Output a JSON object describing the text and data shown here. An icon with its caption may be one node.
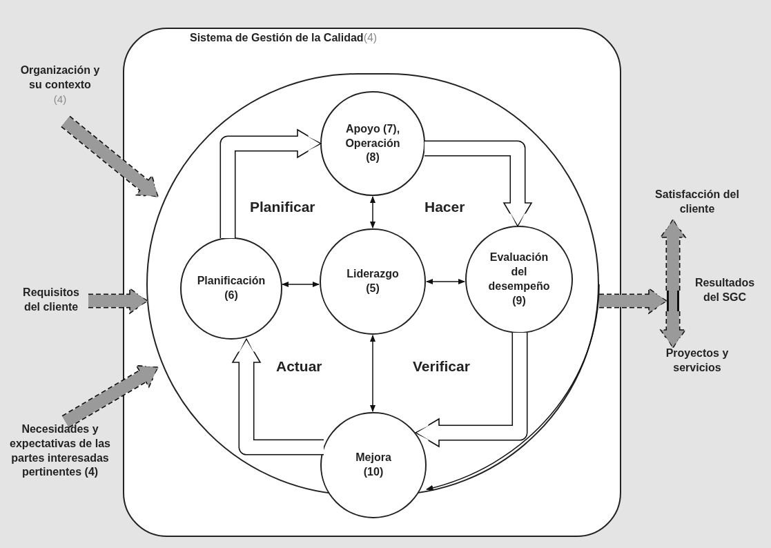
{
  "diagram": {
    "nodes": [
      {
        "text": [
          "Sistema de Gestión de la Calidad",
          "(4)"
        ]
      },
      {
        "text": [],
        "shape": "circle",
        "in": 0
      },
      {
        "text": [
          "Apoyo (7), Operación (8)"
        ],
        "in": 1
      },
      {
        "text": [
          "Planificación (6)"
        ],
        "in": 1
      },
      {
        "text": [
          "Liderazgo (5)"
        ],
        "in": 1
      },
      {
        "text": [
          "Evaluación del desempeño (9)"
        ],
        "in": 1
      },
      {
        "text": [
          "Mejora (10)"
        ],
        "in": 0
      },
      {
        "text": [
          "Organización y su contexto",
          "(4)"
        ]
      },
      {
        "text": [
          "Requisitos del cliente"
        ]
      },
      {
        "text": [
          "Necesidades y expectativas de las partes interesadas pertinentes (4)"
        ]
      },
      {
        "text": [
          "Satisfacción del cliente"
        ]
      },
      {
        "text": [
          "Proyectos y servicios"
        ]
      },
      {
        "text": [],
        "shape": "bar"
      }
    ],
    "edges": [
      {
        "from": 7,
        "to": 1,
        "arrow": "to",
        "style": "dashed",
        "color": "#9a9a9a"
      },
      {
        "from": 8,
        "to": 1,
        "arrow": "to",
        "style": "dashed",
        "color": "#9a9a9a"
      },
      {
        "from": 9,
        "to": 1,
        "arrow": "to",
        "style": "dashed",
        "color": "#9a9a9a"
      },
      {
        "from": 1,
        "to": 12,
        "arrow": "to",
        "style": "dashed",
        "color": "#9a9a9a"
      },
      {
        "from": 12,
        "to": 10,
        "arrow": "to",
        "style": "dashed",
        "color": "#9a9a9a"
      },
      {
        "from": 12,
        "to": 11,
        "arrow": "to",
        "style": "dashed",
        "color": "#9a9a9a"
      },
      {
        "from": 3,
        "to": 2,
        "arrow": "to",
        "color": "#ffffff"
      },
      {
        "from": 2,
        "to": 5,
        "arrow": "to",
        "color": "#ffffff"
      },
      {
        "from": 5,
        "to": 6,
        "arrow": "to",
        "color": "#ffffff"
      },
      {
        "from": 6,
        "to": 3,
        "arrow": "to",
        "color": "#ffffff"
      },
      {
        "from": 2,
        "to": 4,
        "arrow": "both",
        "color": "#111111"
      },
      {
        "from": 3,
        "to": 4,
        "arrow": "both",
        "color": "#111111"
      },
      {
        "from": 4,
        "to": 5,
        "arrow": "both",
        "color": "#111111"
      },
      {
        "from": 4,
        "to": 6,
        "arrow": "both",
        "color": "#111111"
      },
      {
        "from": 1,
        "to": 6,
        "arrow": "to",
        "color": "#111111"
      }
    ],
    "labels": [
      "Planificar",
      "Hacer",
      "Actuar",
      "Verificar",
      "Resultados del SGC"
    ]
  }
}
